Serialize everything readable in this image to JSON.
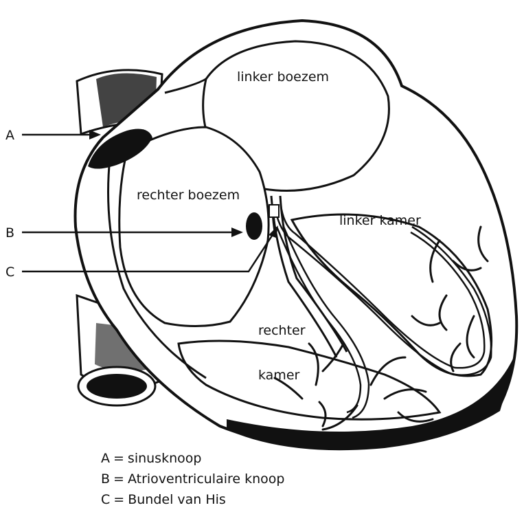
{
  "diagram": {
    "region_labels": {
      "linker_boezem": "linker boezem",
      "rechter_boezem": "rechter boezem",
      "linker_kamer": "linker kamer",
      "rechter": "rechter",
      "kamer": "kamer"
    },
    "pointers": [
      {
        "letter": "A"
      },
      {
        "letter": "B"
      },
      {
        "letter": "C"
      }
    ],
    "legend": [
      {
        "letter": "A",
        "sep": "=",
        "text": "sinusknoop"
      },
      {
        "letter": "B",
        "sep": "=",
        "text": "Atrioventriculaire knoop"
      },
      {
        "letter": "C",
        "sep": "=",
        "text": "Bundel van His"
      }
    ]
  }
}
